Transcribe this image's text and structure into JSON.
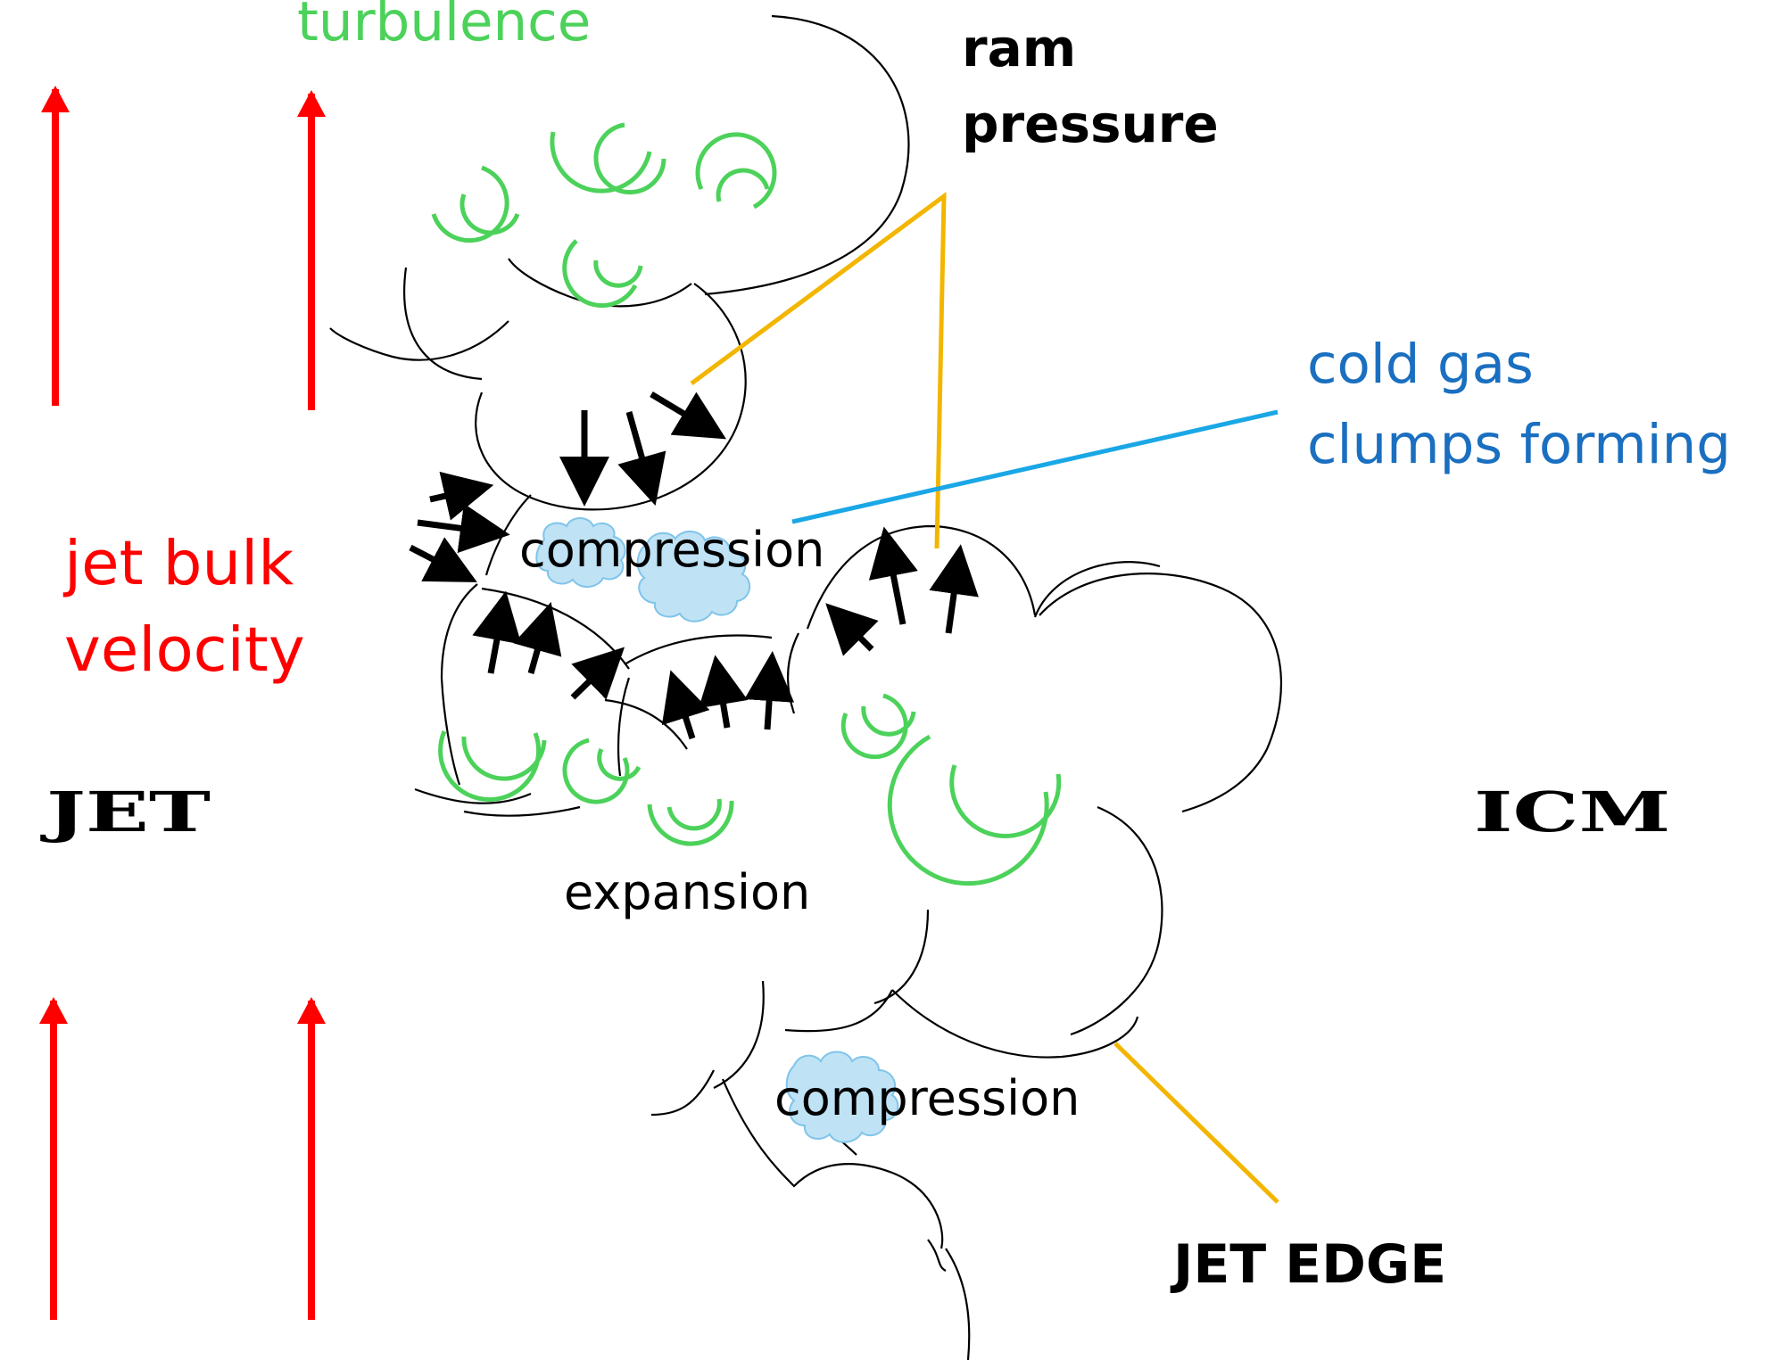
{
  "labels": {
    "turbulence": "turbulence",
    "ram_pressure_line1": "ram",
    "ram_pressure_line2": "pressure",
    "cold_gas_line1": "cold gas",
    "cold_gas_line2": "clumps forming",
    "jet_bulk_line1": "jet bulk",
    "jet_bulk_line2": "velocity",
    "jet": "JET",
    "icm": "ICM",
    "compression_upper": "compression",
    "compression_lower": "compression",
    "expansion": "expansion",
    "jet_edge": "JET EDGE"
  },
  "colors": {
    "jet_velocity": "#ff0000",
    "turbulence": "#4cd25a",
    "cold_gas_text": "#1a6fc0",
    "cold_gas_line": "#1aa7e6",
    "cold_gas_cloud_fill": "#bfe2f5",
    "cold_gas_cloud_stroke": "#7fc4ea",
    "leader_line": "#f3b600",
    "outline": "#000000"
  }
}
